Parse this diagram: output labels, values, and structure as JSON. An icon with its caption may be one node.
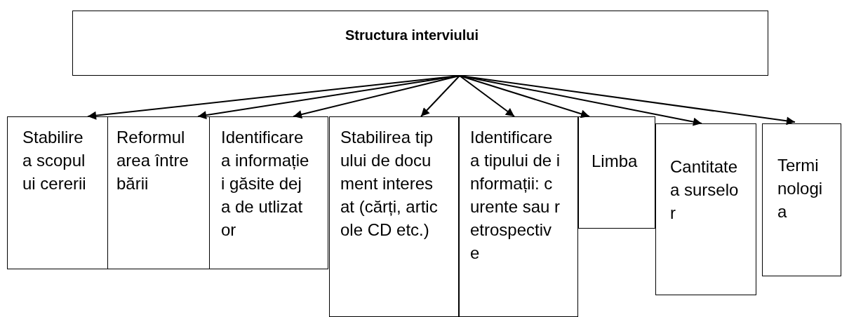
{
  "diagram": {
    "nodes": [
      {
        "text": [
          "Structura interviului"
        ]
      },
      {
        "text": [
          "Stabilirea scopului cererii"
        ]
      },
      {
        "text": [
          "Reformularea întrebării"
        ]
      },
      {
        "text": [
          "Identificarea informației găsite deja de utlizator"
        ]
      },
      {
        "text": [
          "Stabilirea tipului de document interesat (cărți, articole CD etc.)"
        ]
      },
      {
        "text": [
          "Identificarea tipului de informații: curente sau retrospective"
        ]
      },
      {
        "text": [
          "Limba"
        ]
      },
      {
        "text": [
          "Cantitatea surselor"
        ]
      },
      {
        "text": [
          "Terminologia"
        ]
      }
    ],
    "edges": [
      {
        "from": 0,
        "to": 1,
        "arrow": "to"
      },
      {
        "from": 0,
        "to": 2,
        "arrow": "to"
      },
      {
        "from": 0,
        "to": 3,
        "arrow": "to"
      },
      {
        "from": 0,
        "to": 4,
        "arrow": "to"
      },
      {
        "from": 0,
        "to": 5,
        "arrow": "to"
      },
      {
        "from": 0,
        "to": 6,
        "arrow": "to"
      },
      {
        "from": 0,
        "to": 7,
        "arrow": "to"
      },
      {
        "from": 0,
        "to": 8,
        "arrow": "to"
      }
    ]
  }
}
